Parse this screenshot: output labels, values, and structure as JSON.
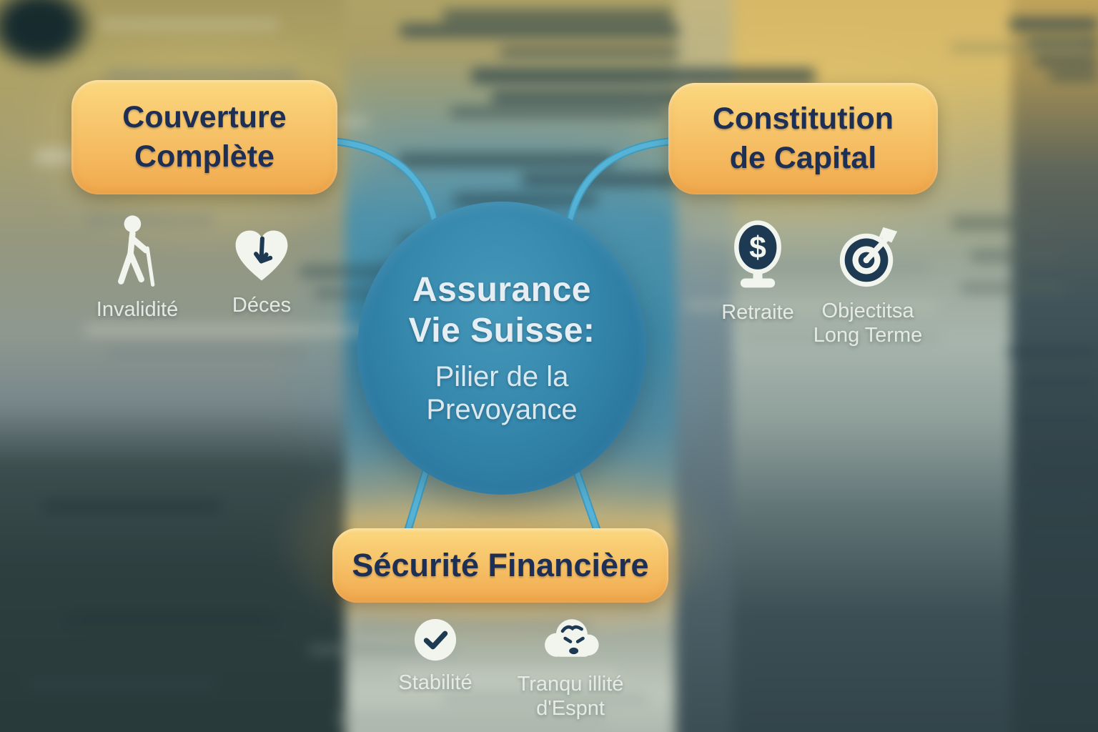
{
  "center": {
    "title_line1": "Assurance",
    "title_line2": "Vie Suisse:",
    "subtitle_line1": "Pilier de la",
    "subtitle_line2": "Prevoyance"
  },
  "branches": {
    "couverture": {
      "title_line1": "Couverture",
      "title_line2": "Complète",
      "items": [
        {
          "icon": "person-cane-icon",
          "label": "Invalidité"
        },
        {
          "icon": "heart-arrow-icon",
          "label": "Déces"
        }
      ]
    },
    "constitution": {
      "title_line1": "Constitution",
      "title_line2": "de Capital",
      "items": [
        {
          "icon": "dollar-coin-icon",
          "label": "Retraite"
        },
        {
          "icon": "target-arrow-icon",
          "label": "Objectitsa",
          "label_line2": "Long Terme"
        }
      ]
    },
    "securite": {
      "title": "Sécurité Financière",
      "items": [
        {
          "icon": "check-circle-icon",
          "label": "Stabilité"
        },
        {
          "icon": "cloud-face-icon",
          "label": "Tranqu illité",
          "label_line2": "d'Espnt"
        }
      ]
    }
  },
  "colors": {
    "box_grad_top": "#fbd87f",
    "box_grad_bottom": "#f1a94e",
    "box_text": "#1e2f55",
    "circle_fill": "#2e7da3",
    "connector": "#57b3d6",
    "connector_dark": "#3e9cc0",
    "connector_light": "#7accе6",
    "label": "#e9ede8",
    "icon_dark": "#1d3a52",
    "icon_light": "#f2f4ee"
  }
}
